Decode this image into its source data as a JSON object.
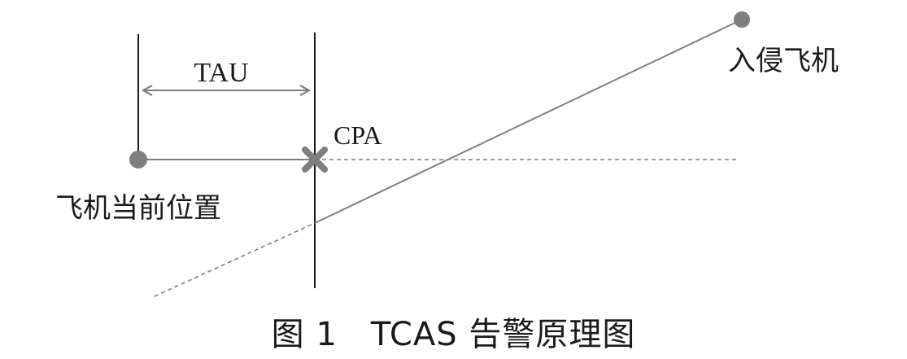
{
  "diagram": {
    "tau_label": "TAU",
    "cpa_label": "CPA",
    "intruder_label": "入侵飞机",
    "own_aircraft_label": "飞机当前位置",
    "colors": {
      "line": "#7f7f7f",
      "marker": "#7f7f7f",
      "boundary": "#1a1a1a"
    }
  },
  "caption": {
    "text": "图 1　TCAS 告警原理图"
  }
}
